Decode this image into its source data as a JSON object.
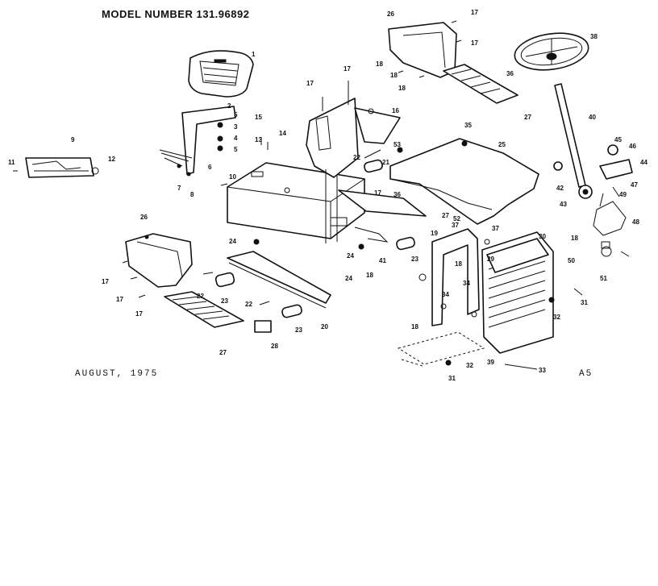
{
  "header": {
    "model_label": "MODEL NUMBER 131.96892"
  },
  "footer": {
    "date": "AUGUST, 1975",
    "page_code": "A5"
  },
  "callouts": [
    {
      "id": "c1",
      "text": "1"
    },
    {
      "id": "c2",
      "text": "2"
    },
    {
      "id": "c3",
      "text": "3"
    },
    {
      "id": "c4",
      "text": "4"
    },
    {
      "id": "c5",
      "text": "5"
    },
    {
      "id": "c5b",
      "text": "5"
    },
    {
      "id": "c6",
      "text": "6"
    },
    {
      "id": "c7",
      "text": "7"
    },
    {
      "id": "c8",
      "text": "8"
    },
    {
      "id": "c9",
      "text": "9"
    },
    {
      "id": "c10",
      "text": "10"
    },
    {
      "id": "c11",
      "text": "11"
    },
    {
      "id": "c12",
      "text": "12"
    },
    {
      "id": "c13",
      "text": "13"
    },
    {
      "id": "c14",
      "text": "14"
    },
    {
      "id": "c15",
      "text": "15"
    },
    {
      "id": "c16",
      "text": "16"
    },
    {
      "id": "c17a",
      "text": "17"
    },
    {
      "id": "c17b",
      "text": "17"
    },
    {
      "id": "c17c",
      "text": "17"
    },
    {
      "id": "c17d",
      "text": "17"
    },
    {
      "id": "c17e",
      "text": "17"
    },
    {
      "id": "c17f",
      "text": "17"
    },
    {
      "id": "c17g",
      "text": "17"
    },
    {
      "id": "c17h",
      "text": "17"
    },
    {
      "id": "c18a",
      "text": "18"
    },
    {
      "id": "c18b",
      "text": "18"
    },
    {
      "id": "c18c",
      "text": "18"
    },
    {
      "id": "c18d",
      "text": "18"
    },
    {
      "id": "c18e",
      "text": "18"
    },
    {
      "id": "c18f",
      "text": "18"
    },
    {
      "id": "c18g",
      "text": "18"
    },
    {
      "id": "c19",
      "text": "19"
    },
    {
      "id": "c20",
      "text": "20"
    },
    {
      "id": "c21",
      "text": "21"
    },
    {
      "id": "c22a",
      "text": "22"
    },
    {
      "id": "c22b",
      "text": "22"
    },
    {
      "id": "c22c",
      "text": "22"
    },
    {
      "id": "c23a",
      "text": "23"
    },
    {
      "id": "c23b",
      "text": "23"
    },
    {
      "id": "c23c",
      "text": "23"
    },
    {
      "id": "c24a",
      "text": "24"
    },
    {
      "id": "c24b",
      "text": "24"
    },
    {
      "id": "c24c",
      "text": "24"
    },
    {
      "id": "c25",
      "text": "25"
    },
    {
      "id": "c26a",
      "text": "26"
    },
    {
      "id": "c26b",
      "text": "26"
    },
    {
      "id": "c27a",
      "text": "27"
    },
    {
      "id": "c27b",
      "text": "27"
    },
    {
      "id": "c27c",
      "text": "27"
    },
    {
      "id": "c28",
      "text": "28"
    },
    {
      "id": "c29",
      "text": "29"
    },
    {
      "id": "c30",
      "text": "30"
    },
    {
      "id": "c31a",
      "text": "31"
    },
    {
      "id": "c31b",
      "text": "31"
    },
    {
      "id": "c32a",
      "text": "32"
    },
    {
      "id": "c32b",
      "text": "32"
    },
    {
      "id": "c33",
      "text": "33"
    },
    {
      "id": "c34a",
      "text": "34"
    },
    {
      "id": "c34b",
      "text": "34"
    },
    {
      "id": "c35",
      "text": "35"
    },
    {
      "id": "c36a",
      "text": "36"
    },
    {
      "id": "c36b",
      "text": "36"
    },
    {
      "id": "c37a",
      "text": "37"
    },
    {
      "id": "c37b",
      "text": "37"
    },
    {
      "id": "c38",
      "text": "38"
    },
    {
      "id": "c39",
      "text": "39"
    },
    {
      "id": "c40",
      "text": "40"
    },
    {
      "id": "c41",
      "text": "41"
    },
    {
      "id": "c42",
      "text": "42"
    },
    {
      "id": "c43",
      "text": "43"
    },
    {
      "id": "c44",
      "text": "44"
    },
    {
      "id": "c45",
      "text": "45"
    },
    {
      "id": "c46",
      "text": "46"
    },
    {
      "id": "c47",
      "text": "47"
    },
    {
      "id": "c48",
      "text": "48"
    },
    {
      "id": "c49",
      "text": "49"
    },
    {
      "id": "c50",
      "text": "50"
    },
    {
      "id": "c51",
      "text": "51"
    },
    {
      "id": "c52",
      "text": "52"
    },
    {
      "id": "c53",
      "text": "53"
    }
  ]
}
